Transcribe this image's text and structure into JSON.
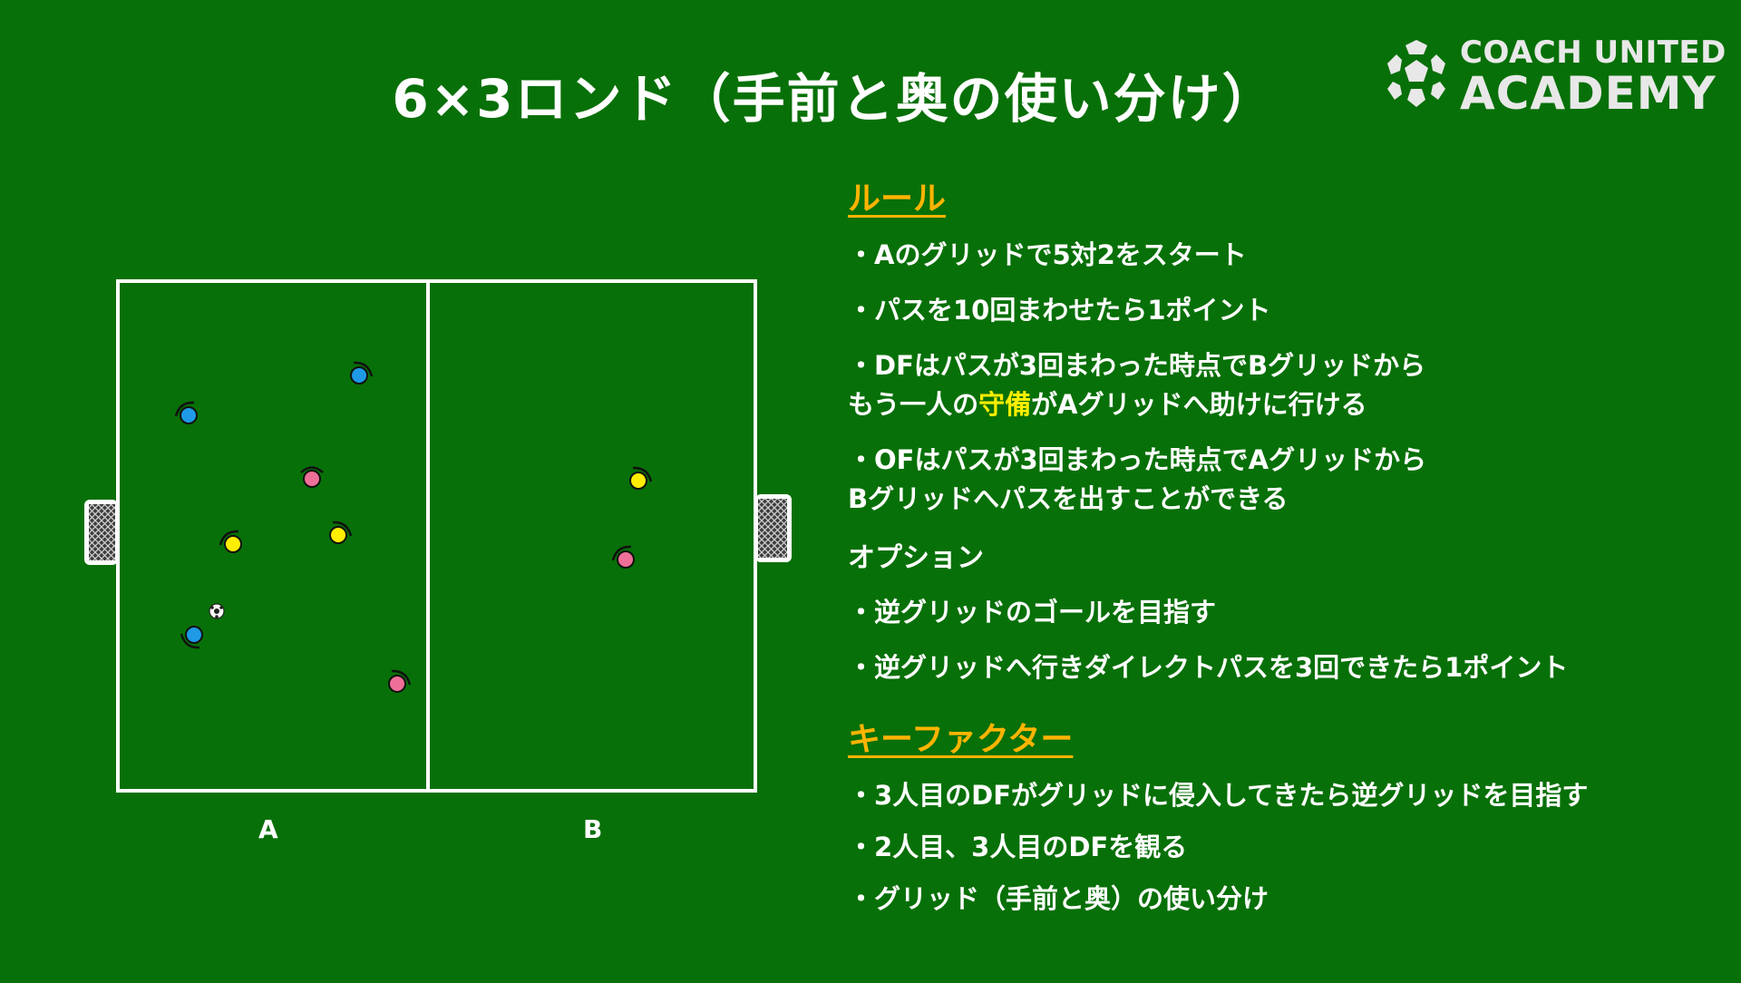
{
  "title": "6×3ロンド（手前と奥の使い分け）",
  "logo": {
    "line1": "COACH UNITED",
    "line2": "ACADEMY"
  },
  "field": {
    "grid_labels": [
      "A",
      "B"
    ],
    "colors": {
      "blue": "#1e9ae6",
      "pink": "#ee6f97",
      "yellow": "#ffee00",
      "line": "#ffffff",
      "grass": "#087008"
    },
    "players": [
      {
        "color": "blue",
        "grid": "A"
      },
      {
        "color": "blue",
        "grid": "A"
      },
      {
        "color": "pink",
        "grid": "A"
      },
      {
        "color": "yellow",
        "grid": "A"
      },
      {
        "color": "yellow",
        "grid": "A"
      },
      {
        "color": "blue",
        "grid": "A",
        "has_ball": true
      },
      {
        "color": "pink",
        "grid": "A"
      },
      {
        "color": "yellow",
        "grid": "B"
      },
      {
        "color": "pink",
        "grid": "B"
      }
    ]
  },
  "rules": {
    "heading": "ルール",
    "items": [
      [
        "・Aのグリッドで5対2をスタート"
      ],
      [
        "・パスを10回まわせたら1ポイント"
      ],
      [
        "・DFはパスが3回まわった時点でBグリッドから",
        " もう一人の",
        "守備",
        "がAグリッドへ助けに行ける"
      ],
      [
        "・OFはパスが3回まわった時点でAグリッドから",
        " Bグリッドへパスを出すことができる"
      ]
    ]
  },
  "options": {
    "heading": "オプション",
    "items": [
      "・逆グリッドのゴールを目指す",
      "・逆グリッドへ行きダイレクトパスを3回できたら1ポイント"
    ]
  },
  "key_factors": {
    "heading": "キーファクター",
    "items": [
      "・3人目のDFがグリッドに侵入してきたら逆グリッドを目指す",
      "・2人目、3人目のDFを観る",
      "・グリッド（手前と奥）の使い分け"
    ]
  }
}
